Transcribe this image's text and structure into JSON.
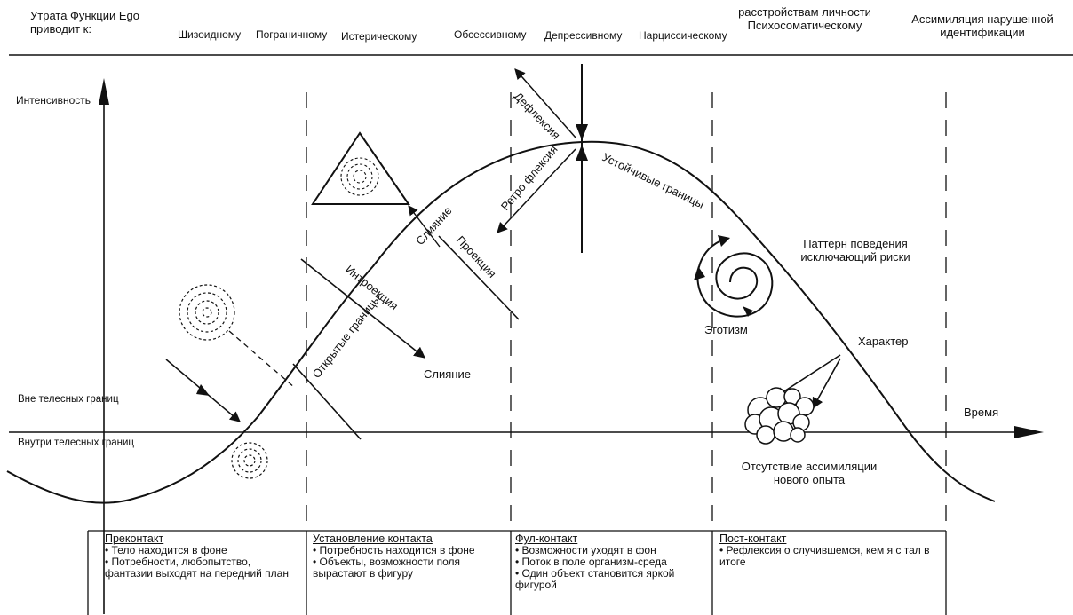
{
  "header": {
    "loss_label": "Утрата Функции Ego приводит к:",
    "columns": [
      "Шизоидному",
      "Пограничному",
      "Истерическому",
      "Обсессивному",
      "Депрессивному",
      "Нарциссическому"
    ],
    "psychosomatic": "расстройствам личности Психосоматическому",
    "assimilation": "Ассимиляция нарушенной идентификации"
  },
  "axes": {
    "y_label": "Интенсивность",
    "x_label": "Время",
    "outside": "Вне телесных границ",
    "inside": "Внутри телесных границ"
  },
  "annotations": {
    "deflection": "Дефлексия",
    "retroflection": "Ретро флексия",
    "stable_borders": "Устойчивые границы",
    "confluence_top": "Слияние",
    "projection": "Проекция",
    "introjection": "Интроекция",
    "confluence_bottom": "Слияние",
    "open_borders": "Открытые границы",
    "risk_pattern": "Паттерн поведения исключающий риски",
    "egotism": "Эготизм",
    "character": "Характер",
    "no_assimilation": "Отсутствие ассимиляции нового опыта"
  },
  "phases": [
    {
      "title": "Преконтакт",
      "items": [
        "Тело находится в фоне",
        "Потребности, любопытство, фантазии выходят на передний план"
      ]
    },
    {
      "title": "Установление контакта",
      "items": [
        "Потребность находится в фоне",
        "Объекты, возможности поля вырастают в фигуру"
      ]
    },
    {
      "title": "Фул-контакт",
      "items": [
        "Возможности уходят в фон",
        "Поток в поле организм-среда",
        "Один объект становится яркой фигурой"
      ]
    },
    {
      "title": "Пост-контакт",
      "items": [
        "Рефлексия о случившемся, кем я с тал в итоге"
      ]
    }
  ]
}
